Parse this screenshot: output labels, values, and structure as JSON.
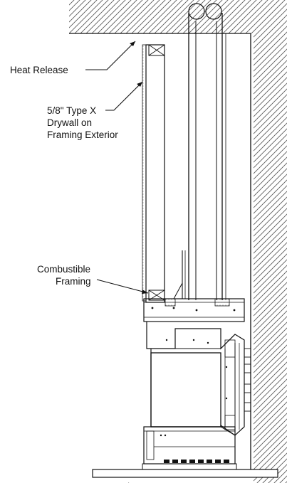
{
  "labels": {
    "heat_release": "Heat Release",
    "drywall": [
      "5/8\" Type X",
      "Drywall on",
      "Framing Exterior"
    ],
    "combustible_framing": [
      "Combustible",
      "Framing"
    ]
  },
  "colors": {
    "line": "#111111",
    "hatch": "#444444",
    "background": "#ffffff"
  }
}
